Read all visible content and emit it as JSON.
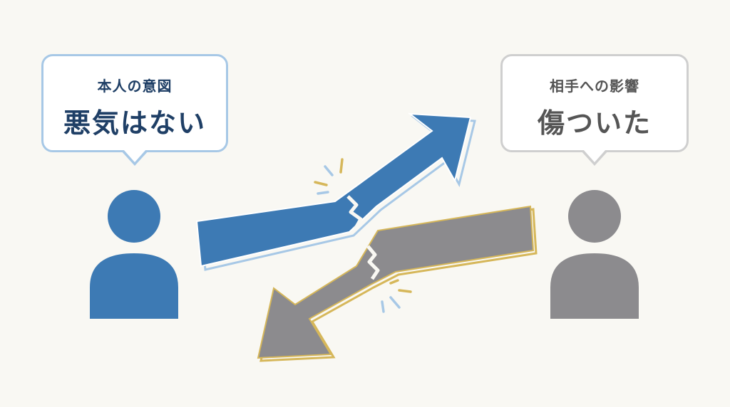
{
  "left_bubble": {
    "label": "本人の意図",
    "text": "悪気はない"
  },
  "right_bubble": {
    "label": "相手への影響",
    "text": "傷ついた"
  },
  "colors": {
    "background": "#f9f8f3",
    "self_person": "#3d7ab4",
    "other_person": "#8c8b8e",
    "blue_arrow": "#3d7ab4",
    "blue_arrow_outline": "#a7c8e6",
    "gray_arrow": "#8c8b8e",
    "gray_arrow_outline": "#d6b75a",
    "left_bubble_border": "#a7c8e6",
    "right_bubble_border": "#cfcfcf"
  },
  "icons": {
    "self_person": "person-icon",
    "other_person": "person-icon",
    "intent_arrow": "arrow-up-right",
    "impact_arrow": "arrow-down-left",
    "break_marks": "crack-burst"
  }
}
